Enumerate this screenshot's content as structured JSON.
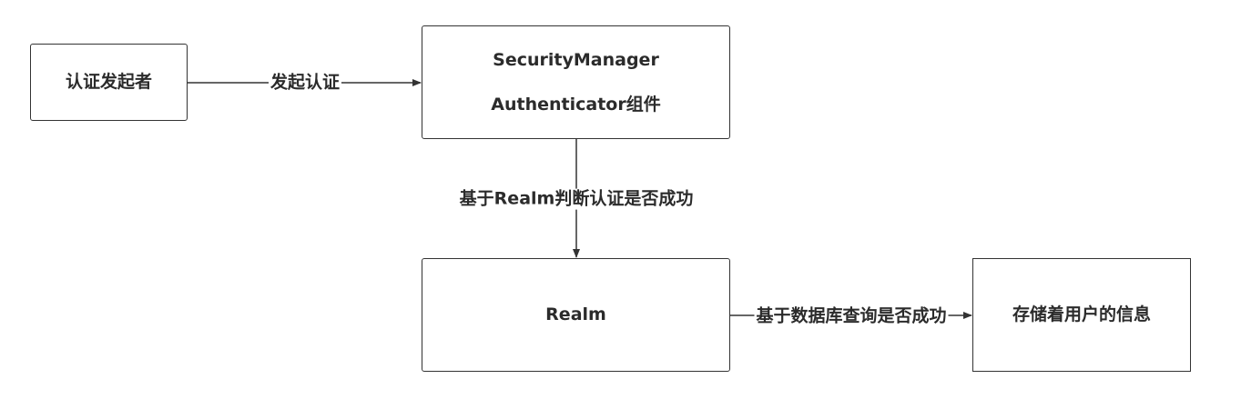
{
  "nodes": {
    "initiator": {
      "label": "认证发起者"
    },
    "security_manager": {
      "line1": "SecurityManager",
      "line2": "Authenticator组件"
    },
    "realm": {
      "label": "Realm"
    },
    "storage": {
      "label": "存储着用户的信息"
    }
  },
  "edges": {
    "initiate": {
      "label": "发起认证"
    },
    "realm_judge": {
      "label": "基于Realm判断认证是否成功"
    },
    "db_query": {
      "label": "基于数据库查询是否成功"
    }
  }
}
